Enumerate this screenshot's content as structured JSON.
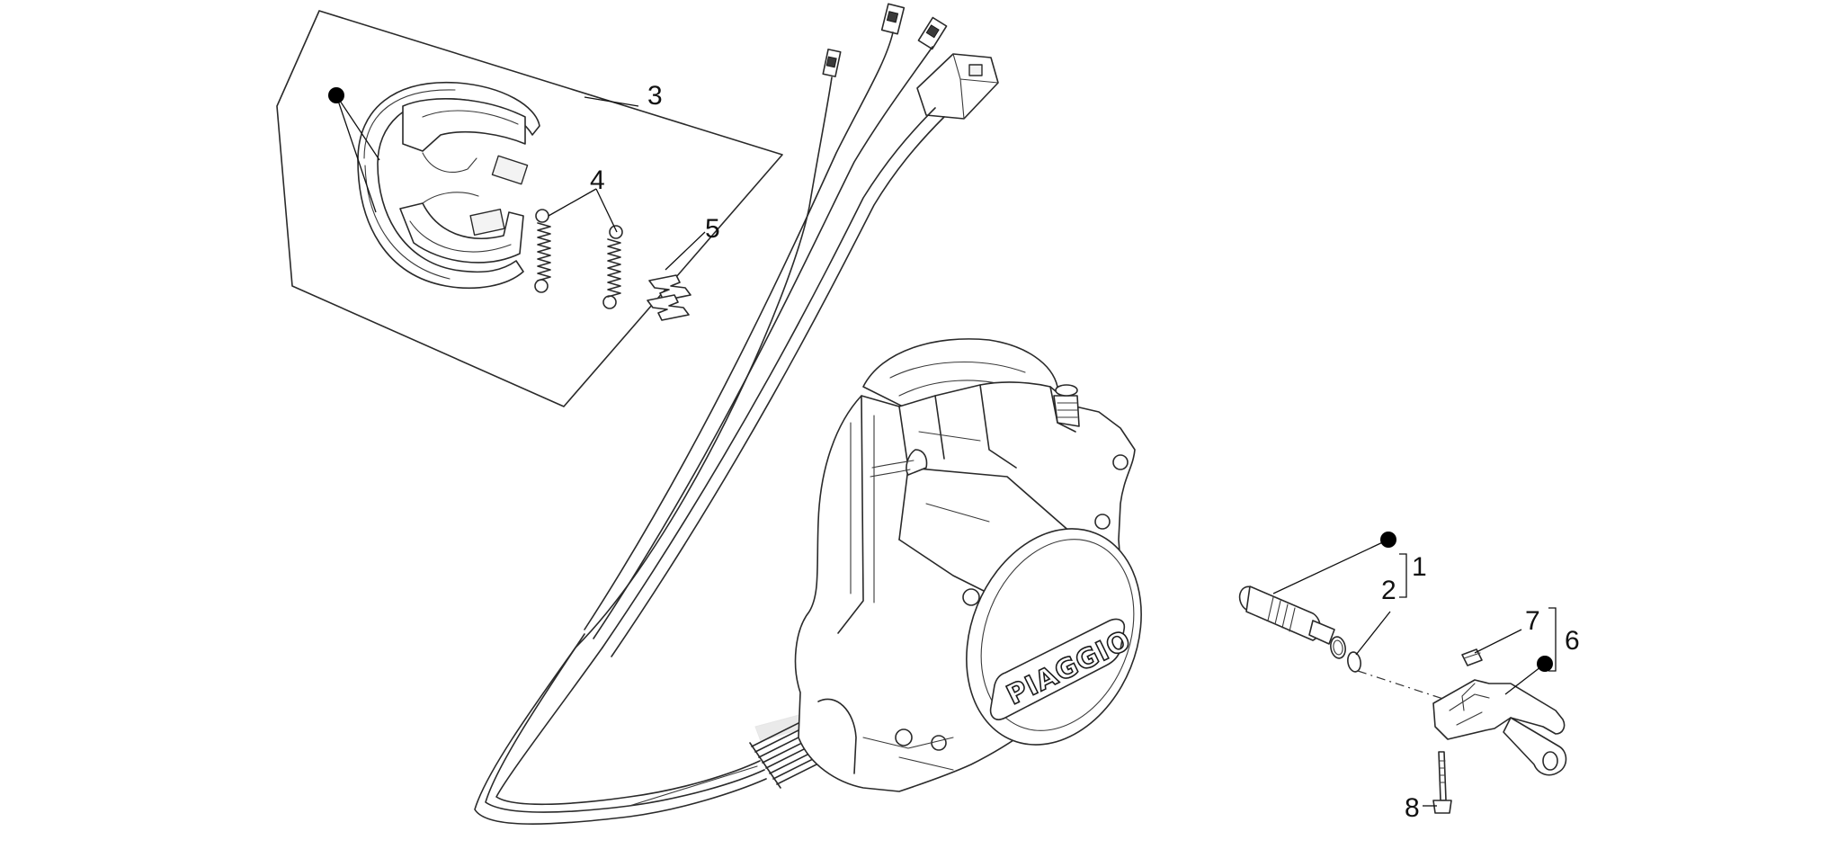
{
  "diagram": {
    "callouts": [
      {
        "id": "c1",
        "label": "1"
      },
      {
        "id": "c2",
        "label": "2"
      },
      {
        "id": "c3",
        "label": "3"
      },
      {
        "id": "c4",
        "label": "4"
      },
      {
        "id": "c5",
        "label": "5"
      },
      {
        "id": "c6",
        "label": "6"
      },
      {
        "id": "c7",
        "label": "7"
      },
      {
        "id": "c8",
        "label": "8"
      }
    ],
    "cover_brand": "PIAGGIO"
  }
}
